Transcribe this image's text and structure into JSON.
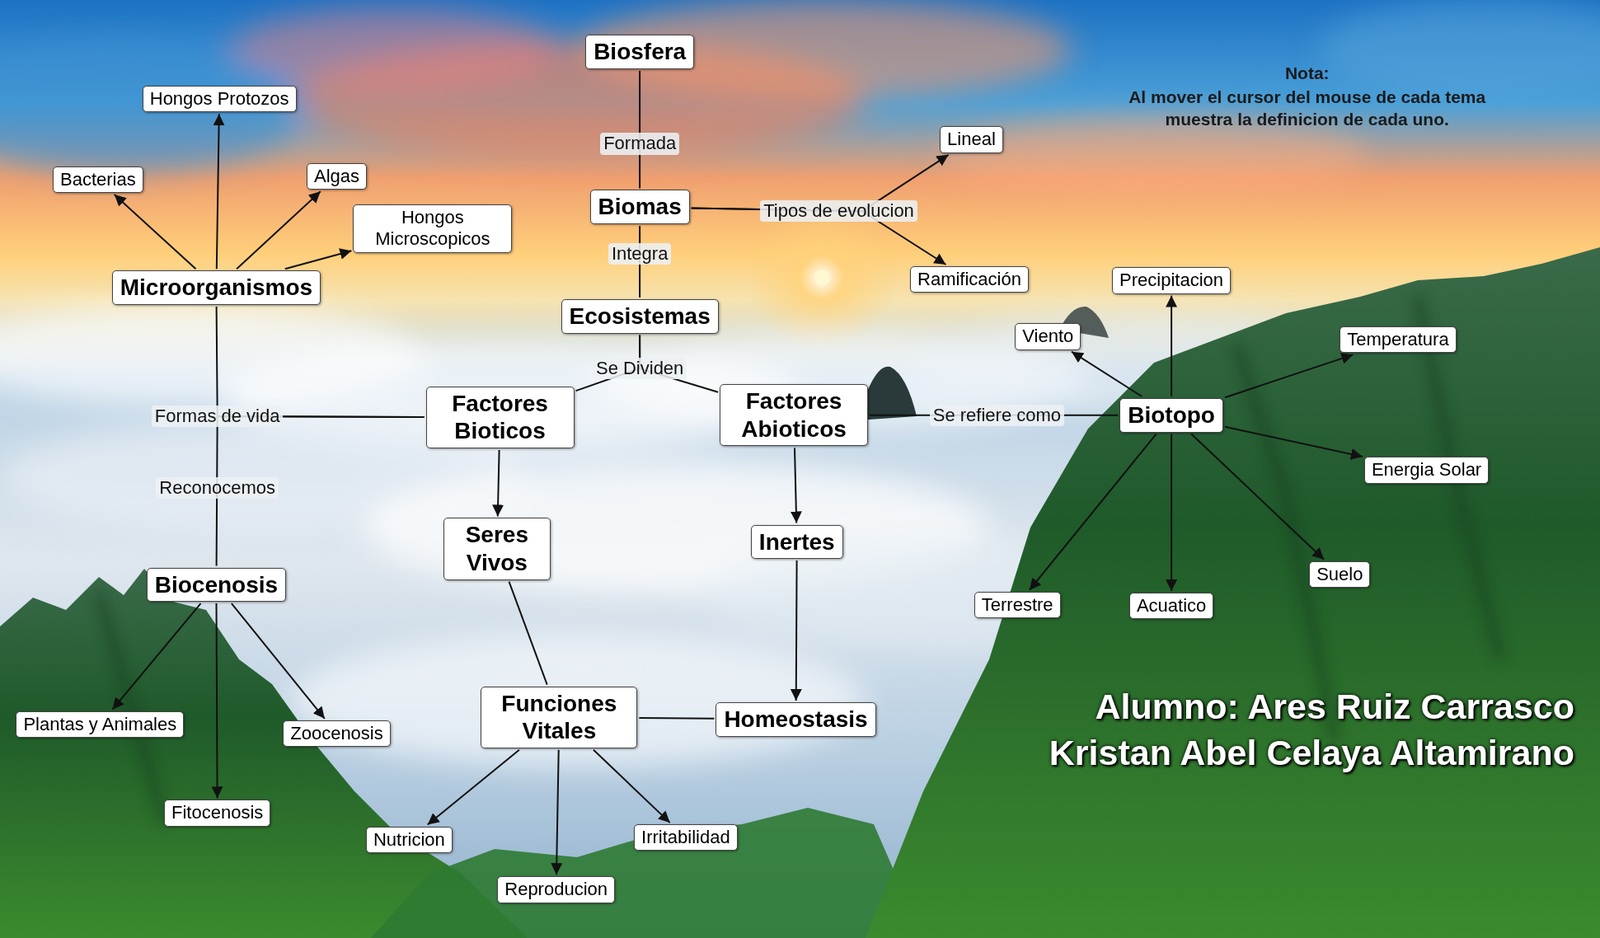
{
  "diagram": {
    "nodes": [
      {
        "text": [
          "Biosfera"
        ]
      },
      {
        "text": [
          "Hongos Protozos"
        ]
      },
      {
        "text": [
          "Lineal"
        ]
      },
      {
        "text": [
          "Algas"
        ]
      },
      {
        "text": [
          "Bacterias"
        ]
      },
      {
        "text": [
          "Biomas"
        ]
      },
      {
        "text": [
          "Hongos Microscopicos"
        ]
      },
      {
        "text": [
          "Ramificación"
        ]
      },
      {
        "text": [
          "Precipitacion"
        ]
      },
      {
        "text": [
          "Microorganismos"
        ]
      },
      {
        "text": [
          "Ecosistemas"
        ]
      },
      {
        "text": [
          "Viento"
        ]
      },
      {
        "text": [
          "Temperatura"
        ]
      },
      {
        "text": [
          "Factores Bioticos"
        ]
      },
      {
        "text": [
          "Factores Abioticos"
        ]
      },
      {
        "text": [
          "Biotopo"
        ]
      },
      {
        "text": [
          "Energia Solar"
        ]
      },
      {
        "text": [
          "Inertes"
        ]
      },
      {
        "text": [
          "Seres Vivos"
        ]
      },
      {
        "text": [
          "Suelo"
        ]
      },
      {
        "text": [
          "Biocenosis"
        ]
      },
      {
        "text": [
          "Terrestre"
        ]
      },
      {
        "text": [
          "Acuatico"
        ]
      },
      {
        "text": [
          "Funciones Vitales"
        ]
      },
      {
        "text": [
          "Homeostasis"
        ]
      },
      {
        "text": [
          "Plantas y Animales"
        ]
      },
      {
        "text": [
          "Zoocenosis"
        ]
      },
      {
        "text": [
          "Fitocenosis"
        ]
      },
      {
        "text": [
          "Irritabilidad"
        ]
      },
      {
        "text": [
          "Nutricion"
        ]
      },
      {
        "text": [
          "Reproducion"
        ]
      }
    ],
    "edges": [
      {
        "from": 0,
        "to": 5,
        "arrow": "none",
        "label": "Formada"
      },
      {
        "from": 5,
        "to": 10,
        "arrow": "none",
        "label": "Integra"
      },
      {
        "from": 5,
        "to": 2,
        "arrow": "to",
        "label": "Tipos de evolucion"
      },
      {
        "from": 5,
        "to": 7,
        "arrow": "to"
      },
      {
        "from": 10,
        "to": 13,
        "arrow": "none",
        "label": "Se Dividen"
      },
      {
        "from": 10,
        "to": 14,
        "arrow": "none"
      },
      {
        "from": 14,
        "to": 15,
        "arrow": "none",
        "label": "Se refiere como"
      },
      {
        "from": 9,
        "to": 1,
        "arrow": "to"
      },
      {
        "from": 9,
        "to": 4,
        "arrow": "to"
      },
      {
        "from": 9,
        "to": 3,
        "arrow": "to"
      },
      {
        "from": 9,
        "to": 6,
        "arrow": "to"
      },
      {
        "from": 13,
        "to": 9,
        "arrow": "none",
        "label": "Formas de vida"
      },
      {
        "from": 13,
        "to": 20,
        "arrow": "none",
        "label": "Reconocemos"
      },
      {
        "from": 13,
        "to": 18,
        "arrow": "to"
      },
      {
        "from": 14,
        "to": 17,
        "arrow": "to"
      },
      {
        "from": 18,
        "to": 23,
        "arrow": "none"
      },
      {
        "from": 17,
        "to": 24,
        "arrow": "to"
      },
      {
        "from": 23,
        "to": 24,
        "arrow": "none"
      },
      {
        "from": 23,
        "to": 29,
        "arrow": "to"
      },
      {
        "from": 23,
        "to": 30,
        "arrow": "to"
      },
      {
        "from": 23,
        "to": 28,
        "arrow": "to"
      },
      {
        "from": 20,
        "to": 25,
        "arrow": "to"
      },
      {
        "from": 20,
        "to": 26,
        "arrow": "to"
      },
      {
        "from": 20,
        "to": 27,
        "arrow": "to"
      },
      {
        "from": 15,
        "to": 8,
        "arrow": "to"
      },
      {
        "from": 15,
        "to": 11,
        "arrow": "to"
      },
      {
        "from": 15,
        "to": 12,
        "arrow": "to"
      },
      {
        "from": 15,
        "to": 16,
        "arrow": "to"
      },
      {
        "from": 15,
        "to": 19,
        "arrow": "to"
      },
      {
        "from": 15,
        "to": 22,
        "arrow": "to"
      },
      {
        "from": 15,
        "to": 21,
        "arrow": "to"
      }
    ],
    "labels": [
      "Nota:",
      "Al mover el cursor del mouse de cada tema muestra la definicion de cada uno.",
      "Alumno: Ares Ruiz Carrasco",
      "Kristan Abel Celaya Altamirano"
    ]
  }
}
